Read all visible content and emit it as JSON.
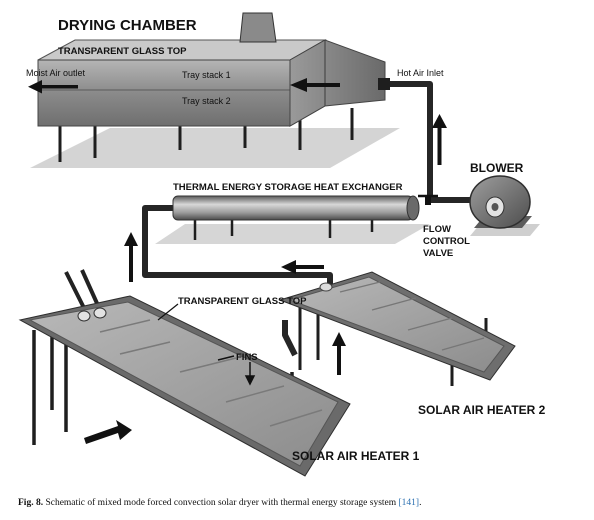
{
  "labels": {
    "drying_chamber": "DRYING CHAMBER",
    "glass_top_chamber": "TRANSPARENT GLASS TOP",
    "moist_air_outlet": "Moist Air outlet",
    "tray_stack_1": "Tray stack 1",
    "tray_stack_2": "Tray stack 2",
    "hot_air_inlet": "Hot Air Inlet",
    "blower": "BLOWER",
    "heat_exchanger": "THERMAL ENERGY STORAGE HEAT EXCHANGER",
    "flow_control_valve_line1": "FLOW",
    "flow_control_valve_line2": "CONTROL",
    "flow_control_valve_line3": "VALVE",
    "glass_top_collector": "TRANSPARENT GLASS TOP",
    "fins": "FINS",
    "solar_air_heater_2": "SOLAR AIR HEATER 2",
    "solar_air_heater_1": "SOLAR AIR HEATER 1"
  },
  "caption": {
    "fig_label": "Fig. 8.",
    "text": " Schematic of mixed mode forced convection solar dryer with thermal energy storage system ",
    "ref": "[141]",
    "tail": "."
  },
  "colors": {
    "chamber": "#8e8e8e",
    "shadow": "#d6d6d6",
    "duct": "#2b2b2b",
    "collector": "#9a9a9a"
  }
}
